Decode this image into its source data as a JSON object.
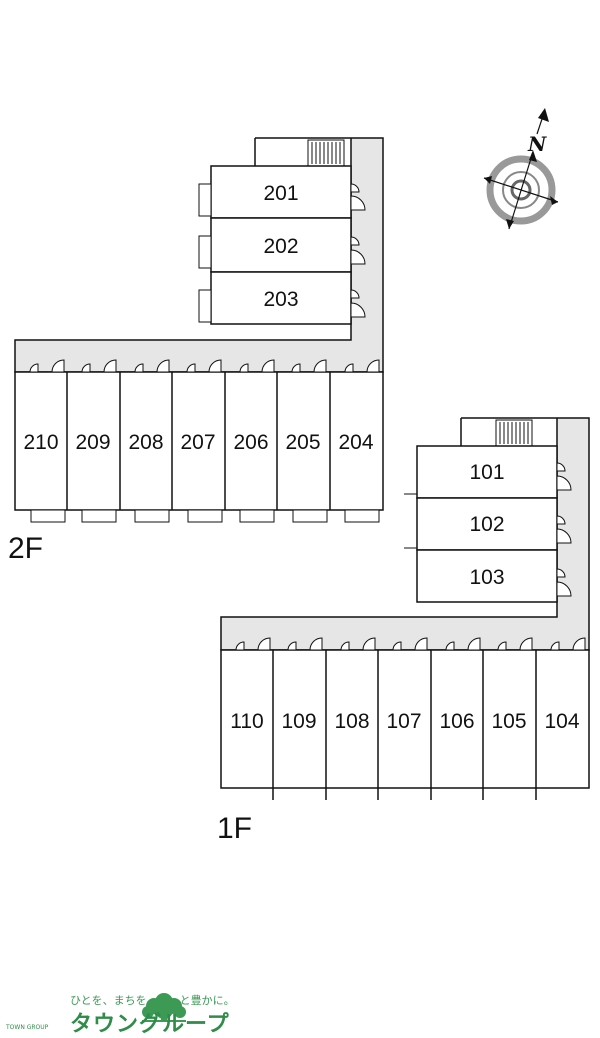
{
  "floors": {
    "second": {
      "label": "2F",
      "rooms_upper": [
        "201",
        "202",
        "203"
      ],
      "rooms_row": [
        "210",
        "209",
        "208",
        "207",
        "206",
        "205",
        "204"
      ]
    },
    "first": {
      "label": "1F",
      "rooms_upper": [
        "101",
        "102",
        "103"
      ],
      "rooms_row": [
        "110",
        "109",
        "108",
        "107",
        "106",
        "105",
        "104"
      ]
    }
  },
  "compass": {
    "label": "N"
  },
  "footer": {
    "tagline": "ひとを、まちを、もっと豊かに。",
    "brand": "タウングループ",
    "sub_brand": "TOWN GROUP",
    "brand_color": "#2f8c49"
  },
  "colors": {
    "walkway": "#e6e6e6",
    "line": "#111111"
  }
}
